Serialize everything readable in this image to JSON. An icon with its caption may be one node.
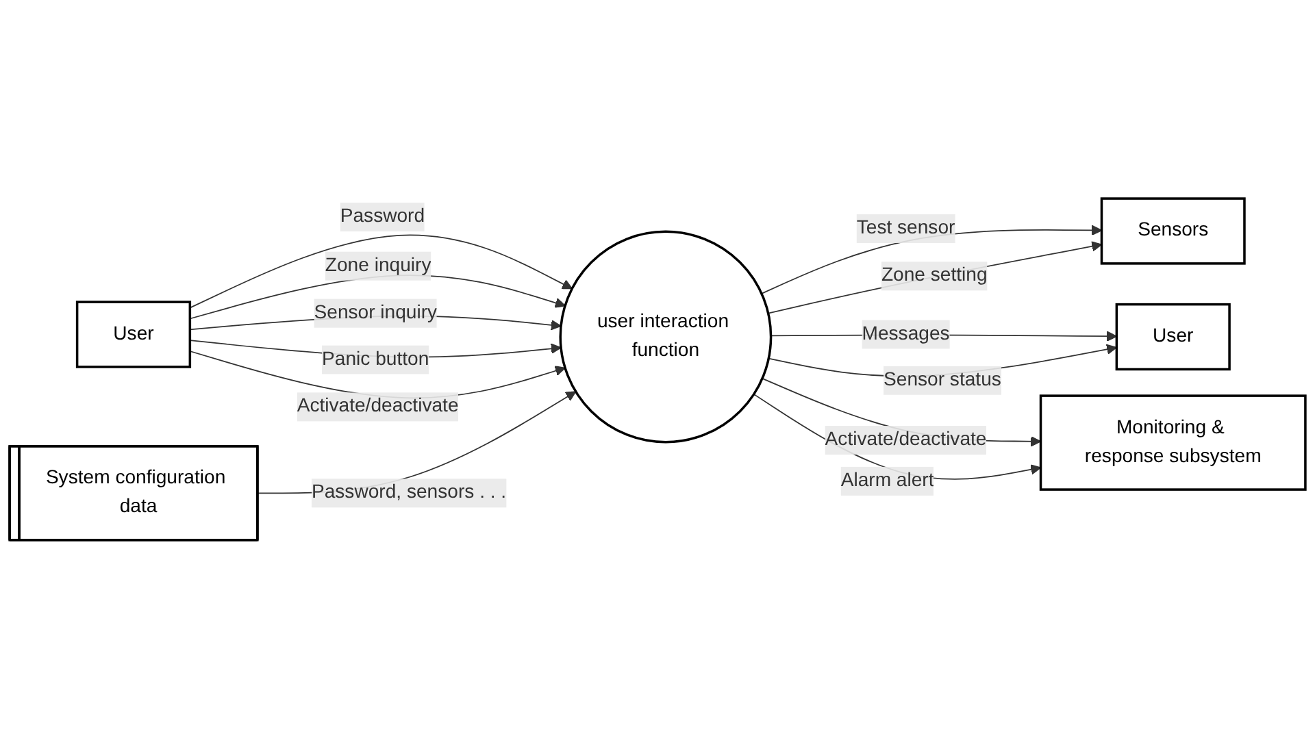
{
  "diagram": {
    "nodes": [
      {
        "text": [
          "User"
        ]
      },
      {
        "text": [
          "user interaction function"
        ]
      },
      {
        "text": [
          "Sensors"
        ]
      },
      {
        "text": [
          "User"
        ]
      },
      {
        "text": [
          "Monitoring & response subsystem"
        ]
      },
      {
        "text": [
          "System configuration data"
        ]
      }
    ],
    "edges": [
      {
        "from": 0,
        "to": 1,
        "arrow": "to",
        "label": "Password"
      },
      {
        "from": 0,
        "to": 1,
        "arrow": "to",
        "label": "Zone inquiry"
      },
      {
        "from": 0,
        "to": 1,
        "arrow": "to",
        "label": "Sensor inquiry"
      },
      {
        "from": 0,
        "to": 1,
        "arrow": "to",
        "label": "Panic button"
      },
      {
        "from": 0,
        "to": 1,
        "arrow": "to",
        "label": "Activate/deactivate"
      },
      {
        "from": 1,
        "to": 2,
        "arrow": "to",
        "label": "Test sensor"
      },
      {
        "from": 1,
        "to": 2,
        "arrow": "to",
        "label": "Zone setting"
      },
      {
        "from": 1,
        "to": 3,
        "arrow": "to",
        "label": "Messages"
      },
      {
        "from": 1,
        "to": 3,
        "arrow": "to",
        "label": "Sensor status"
      },
      {
        "from": 1,
        "to": 4,
        "arrow": "to",
        "label": "Activate/deactivate"
      },
      {
        "from": 1,
        "to": 4,
        "arrow": "to",
        "label": "Alarm alert"
      },
      {
        "from": 5,
        "to": 1,
        "arrow": "to",
        "label": "Password, sensors . . ."
      }
    ]
  }
}
